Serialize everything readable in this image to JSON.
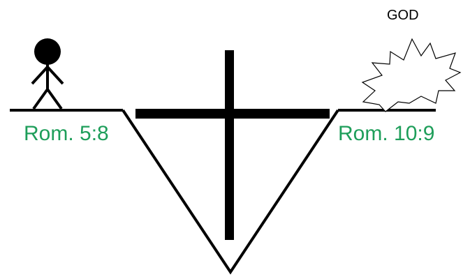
{
  "diagram": {
    "god_label": "GOD",
    "left_verse": "Rom. 5:8",
    "right_verse": "Rom. 10:9"
  },
  "icons": {
    "person": "stick-figure-icon",
    "cross": "cross-icon",
    "glory": "starburst-icon"
  },
  "colors": {
    "verse": "#1e9e5a",
    "line": "#000000"
  }
}
